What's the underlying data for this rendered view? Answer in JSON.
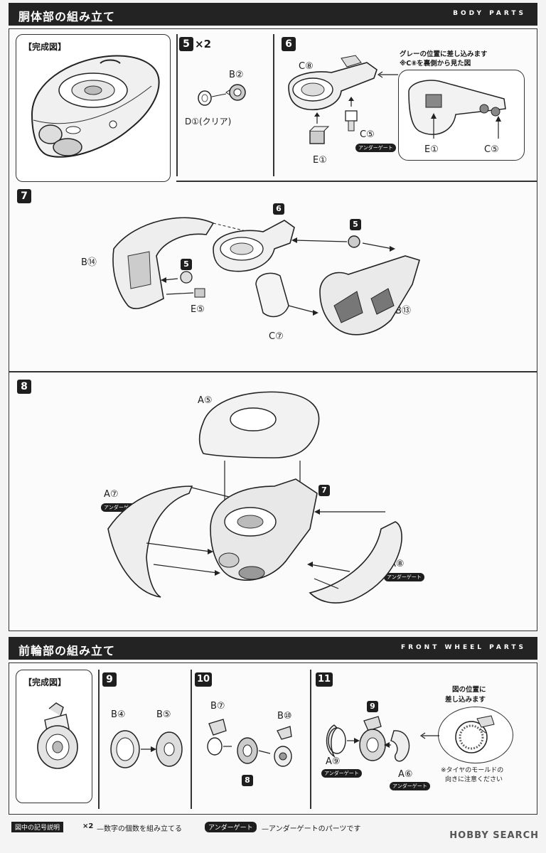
{
  "body_section": {
    "title_jp": "胴体部の組み立て",
    "title_en": "BODY PARTS"
  },
  "front_section": {
    "title_jp": "前輪部の組み立て",
    "title_en": "FRONT WHEEL PARTS"
  },
  "completed_label": "【完成図】",
  "steps": {
    "s5": "5",
    "s6": "6",
    "s7": "7",
    "s8": "8",
    "s9": "9",
    "s10": "10",
    "s11": "11"
  },
  "step5": {
    "mult": "×2",
    "b2": "B②",
    "d1": "D①(クリア)"
  },
  "step6": {
    "c8": "C⑧",
    "e1": "E①",
    "c5": "C⑤",
    "gate": "アンダーゲート",
    "note_line1": "グレーの位置に差し込みます",
    "note_line2": "※C⑧を裏側から見た図",
    "detail_e1": "E①",
    "detail_c5": "C⑤"
  },
  "step7": {
    "ref6": "6",
    "ref5a": "5",
    "ref5b": "5",
    "b14": "B⑭",
    "e5": "E⑤",
    "c7": "C⑦",
    "b13": "B⑬"
  },
  "step8": {
    "a5": "A⑤",
    "a7": "A⑦",
    "a8": "A⑧",
    "ref7": "7",
    "gate_a7": "アンダーゲート",
    "gate_a8": "アンダーゲート"
  },
  "step9": {
    "b4": "B④",
    "b5": "B⑤"
  },
  "step10": {
    "b7": "B⑦",
    "b10": "B⑩",
    "ref8": "8"
  },
  "step11": {
    "ref9": "9",
    "a9": "A⑨",
    "a6": "A⑥",
    "gate_a9": "アンダーゲート",
    "gate_a6": "アンダーゲート",
    "note_line1": "図の位置に",
    "note_line2": "差し込みます",
    "note2_line1": "※タイヤのモールドの",
    "note2_line2": "向きに注意ください"
  },
  "legend": {
    "title": "図中の記号説明",
    "mult_symbol": "×2",
    "mult_desc": "—数字の個数を組み立てる",
    "gate_tag": "アンダーゲート",
    "gate_desc": "—アンダーゲートのパーツです"
  },
  "watermark": "HOBBY SEARCH"
}
